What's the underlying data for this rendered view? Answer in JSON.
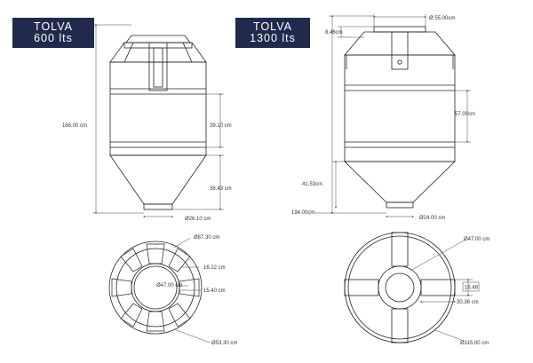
{
  "tolva600": {
    "title_line1": "TOLVA",
    "title_line2": "600 lts",
    "dims": {
      "total_height": "166.00 cm",
      "body_height": "39.10 cm",
      "cone_height": "38.43 cm",
      "outlet_diameter": "Ø26.10 cm",
      "top_diameter": "Ø87.30 cm",
      "rib_width": "16.22 cm",
      "inner_diameter": "Ø47.00 cm",
      "inner_gap": "15.40 cm",
      "outer_diameter": "Ø53.30 cm"
    }
  },
  "tolva1300": {
    "title_line1": "TOLVA",
    "title_line2": "1300 lts",
    "dims": {
      "lid_diameter": "Ø 55.00cm",
      "lid_height": "8.46cm",
      "body_height": "57.00cm",
      "total_height": "194.00cm",
      "cone_height": "41.53cm",
      "outlet_diameter": "Ø24.00 cm",
      "inner_diameter": "Ø47.00 cm",
      "rib_width": "16.48",
      "rib_offset": "30.36 cm",
      "outer_diameter": "Ø115.00 cm"
    }
  }
}
